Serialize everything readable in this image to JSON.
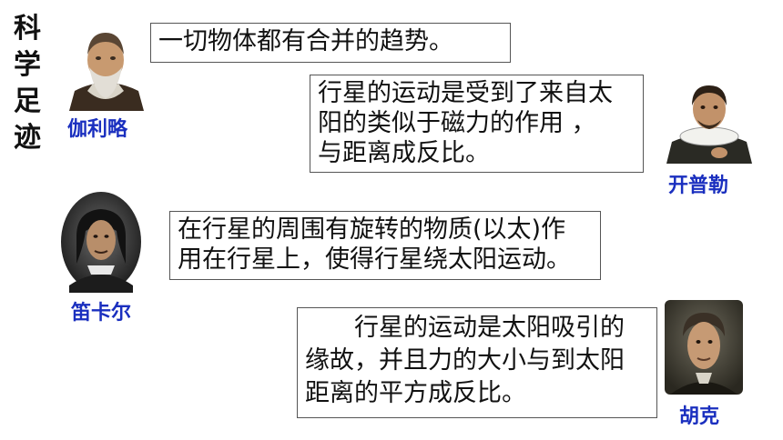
{
  "side_title": [
    "科",
    "学",
    "足",
    "迹"
  ],
  "scientists": [
    {
      "name": "伽利略",
      "icon": "galileo-portrait-icon"
    },
    {
      "name": "开普勒",
      "icon": "kepler-portrait-icon"
    },
    {
      "name": "笛卡尔",
      "icon": "descartes-portrait-icon"
    },
    {
      "name": "胡克",
      "icon": "hooke-portrait-icon"
    }
  ],
  "statements": {
    "galileo": [
      "一切物体都有合并的趋势。"
    ],
    "kepler": [
      "行星的运动是受到了来自太",
      "阳的类似于磁力的作用 ，",
      "与距离成反比。"
    ],
    "descartes": [
      "在行星的周围有旋转的物质(以太)作",
      "用在行星上，使得行星绕太阳运动。"
    ],
    "hooke": [
      "行星的运动是太阳吸引的",
      "缘故，并且力的大小与到太阳",
      "距离的平方成反比。"
    ]
  },
  "colors": {
    "name_blue": "#1a2fbf",
    "border": "#555555"
  }
}
